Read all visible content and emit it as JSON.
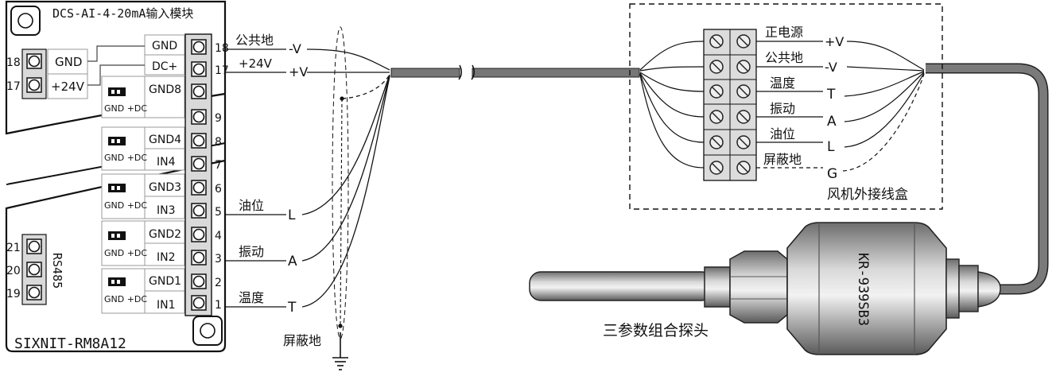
{
  "module": {
    "title": "DCS-AI-4-20mA输入模块",
    "model": "SIXNIT-RM8A12",
    "power_terminals": [
      {
        "num": "18",
        "label": "GND"
      },
      {
        "num": "17",
        "label": "+24V"
      }
    ],
    "rs485": {
      "label": "RS485",
      "nums": [
        "21",
        "20",
        "19"
      ]
    },
    "mid_labels": [
      "GND",
      "DC+"
    ],
    "channels": [
      {
        "gnd": "GND8",
        "in": "",
        "jumper": "GND  +DC"
      },
      {
        "gnd": "GND4",
        "in": "IN4",
        "jumper": "GND  +DC"
      },
      {
        "gnd": "GND3",
        "in": "IN3",
        "jumper": "GND  +DC"
      },
      {
        "gnd": "GND2",
        "in": "IN2",
        "jumper": "GND  +DC"
      },
      {
        "gnd": "GND1",
        "in": "IN1",
        "jumper": "GND  +DC"
      }
    ],
    "terminal_numbers": [
      "18",
      "17",
      "9",
      "8",
      "7",
      "6",
      "5",
      "4",
      "3",
      "2",
      "1"
    ]
  },
  "field_wiring": [
    {
      "name": "公共地",
      "code": "-V"
    },
    {
      "name": "+24V",
      "code": "+V"
    },
    {
      "name": "油位",
      "code": "L"
    },
    {
      "name": "振动",
      "code": "A"
    },
    {
      "name": "温度",
      "code": "T"
    }
  ],
  "shield_label": "屏蔽地",
  "junction_box": {
    "title": "风机外接线盒",
    "rows": [
      {
        "name": "正电源",
        "code": "+V"
      },
      {
        "name": "公共地",
        "code": "-V"
      },
      {
        "name": "温度",
        "code": "T"
      },
      {
        "name": "振动",
        "code": "A"
      },
      {
        "name": "油位",
        "code": "L"
      },
      {
        "name": "屏蔽地",
        "code": "G"
      }
    ]
  },
  "probe": {
    "label": "三参数组合探头",
    "model": "KR-939SB3"
  }
}
